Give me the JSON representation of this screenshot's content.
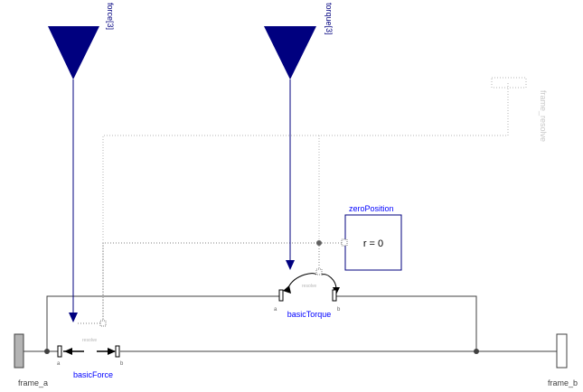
{
  "inputs": {
    "force": "force[3]",
    "torque": "torque[3]",
    "frame_resolve": "frame_resolve"
  },
  "frames": {
    "a": "frame_a",
    "b": "frame_b"
  },
  "components": {
    "basicForce": {
      "name": "basicForce",
      "port_a": "a",
      "port_b": "b",
      "resolve": "resolve"
    },
    "basicTorque": {
      "name": "basicTorque",
      "port_a": "a",
      "port_b": "b",
      "resolve": "resolve"
    },
    "zeroPosition": {
      "name": "zeroPosition",
      "equation": "r = 0"
    }
  },
  "colors": {
    "signal": "#00007f",
    "connection": "#404040",
    "inactive": "#b4b4b4",
    "frame_fill": "#b4b4b4"
  }
}
